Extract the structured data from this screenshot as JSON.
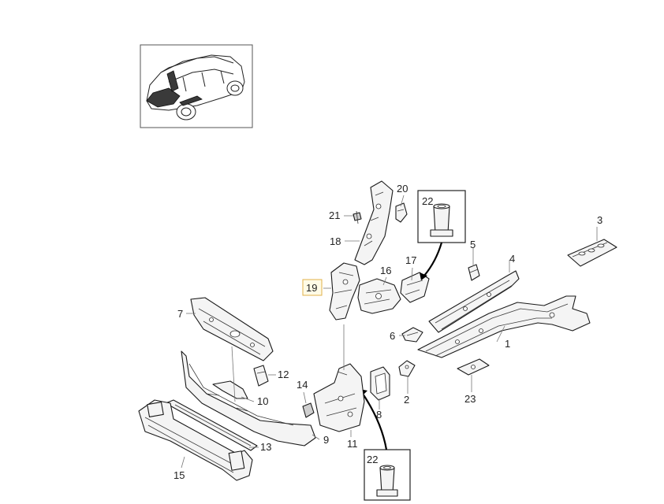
{
  "callouts": {
    "c1": "1",
    "c2": "2",
    "c3": "3",
    "c4": "4",
    "c5": "5",
    "c6": "6",
    "c7": "7",
    "c8": "8",
    "c9": "9",
    "c10": "10",
    "c11": "11",
    "c12": "12",
    "c13": "13",
    "c14": "14",
    "c15": "15",
    "c16": "16",
    "c17": "17",
    "c18": "18",
    "c19": "19",
    "c20": "20",
    "c21": "21",
    "c22_top": "22",
    "c22_bottom": "22",
    "c23": "23"
  },
  "highlight": {
    "color": "#e2b24a",
    "part": "19"
  }
}
